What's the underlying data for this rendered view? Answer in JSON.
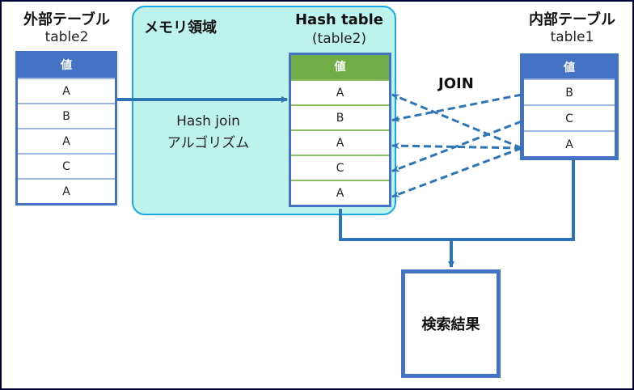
{
  "outer_table": {
    "title": "外部テーブル",
    "subtitle": "table2",
    "header": "値",
    "rows": [
      "A",
      "B",
      "A",
      "C",
      "A"
    ]
  },
  "memory_area": {
    "label": "メモリ領域",
    "algorithm_line1": "Hash join",
    "algorithm_line2": "アルゴリズム"
  },
  "hash_table": {
    "title": "Hash table",
    "subtitle": "(table2)",
    "header": "値",
    "rows": [
      "A",
      "B",
      "A",
      "C",
      "A"
    ]
  },
  "inner_table": {
    "title": "内部テーブル",
    "subtitle": "table1",
    "header": "値",
    "rows": [
      "B",
      "C",
      "A"
    ]
  },
  "join_label": "JOIN",
  "result_label": "検索結果",
  "join_links": [
    {
      "from_inner_row": 0,
      "to_hash_row": 1
    },
    {
      "from_inner_row": 1,
      "to_hash_row": 3
    },
    {
      "from_inner_row": 2,
      "to_hash_row": 0
    },
    {
      "from_inner_row": 2,
      "to_hash_row": 2
    },
    {
      "from_inner_row": 2,
      "to_hash_row": 4
    }
  ],
  "colors": {
    "table_blue": "#4472c4",
    "hash_header_green": "#70ad47",
    "arrow_blue": "#2e75b6",
    "memory_fill": "#bdf3ea",
    "memory_border": "#1aa9e6",
    "frame": "#000033"
  }
}
